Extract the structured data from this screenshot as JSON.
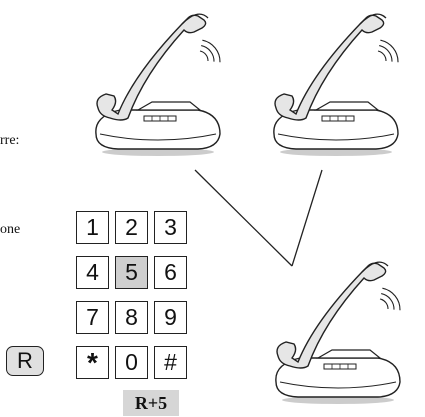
{
  "text_fragments": {
    "left_upper": "rre:",
    "left_lower": "one"
  },
  "keypad": {
    "keys": [
      {
        "label": "1"
      },
      {
        "label": "2"
      },
      {
        "label": "3"
      },
      {
        "label": "4"
      },
      {
        "label": "5",
        "highlighted": true
      },
      {
        "label": "6"
      },
      {
        "label": "7"
      },
      {
        "label": "8"
      },
      {
        "label": "9"
      },
      {
        "label": "*"
      },
      {
        "label": "0"
      },
      {
        "label": "#"
      }
    ],
    "r_key": "R",
    "combo_label": "R+5"
  },
  "phones": [
    {
      "name": "phone-top-left",
      "ringing": true
    },
    {
      "name": "phone-top-right",
      "ringing": true
    },
    {
      "name": "phone-bottom-right",
      "ringing": true
    }
  ],
  "colors": {
    "line": "#222222",
    "highlight_key": "#cfcfcf",
    "combo_bg": "#d6d6d6"
  }
}
